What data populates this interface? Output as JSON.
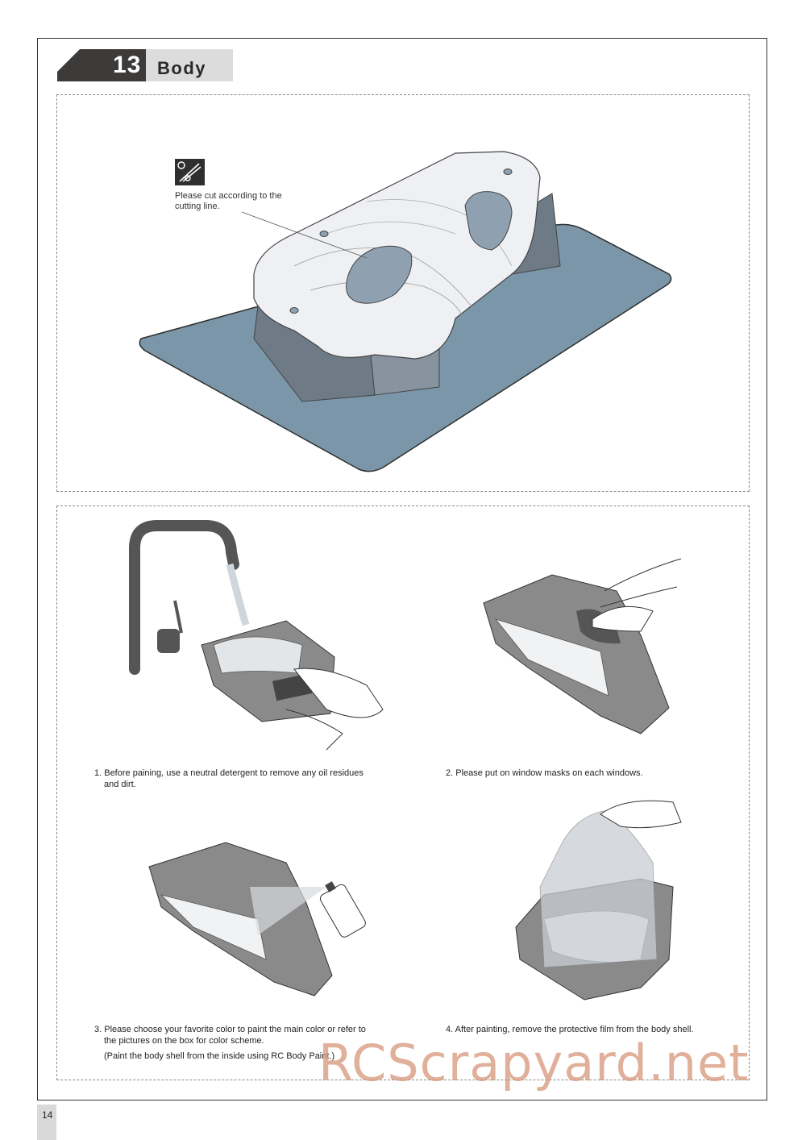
{
  "step": {
    "number": "13",
    "title": "Body"
  },
  "cut_note": {
    "line1": "Please cut according to the",
    "line2": "cutting line."
  },
  "steps": [
    {
      "line1": "1. Before paining, use a neutral detergent to remove any oil residues",
      "line2": "and dirt."
    },
    {
      "line1": "2. Please put on window masks on each windows."
    },
    {
      "line1": "3. Please choose your favorite color to paint the main color or refer to",
      "line2": "the pictures on the box for color scheme.",
      "line3": "(Paint the body shell from the inside using RC Body Paint.)"
    },
    {
      "line1": "4. After painting, remove the protective film from the body shell."
    }
  ],
  "page_number": "14",
  "watermark": "RCScrapyard.net",
  "colors": {
    "header_dark": "#3d3a3a",
    "header_light": "#dcdcdc",
    "mat": "#7a96a8",
    "body_shell": "#eef0f3",
    "window": "#8fa1b1"
  }
}
